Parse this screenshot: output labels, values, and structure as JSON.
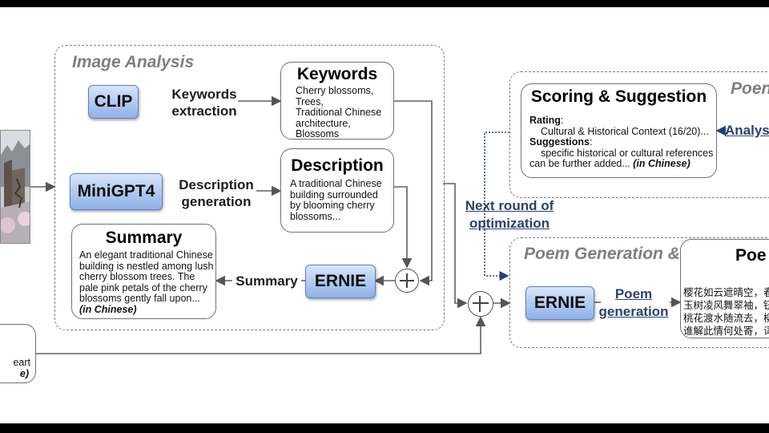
{
  "image_analysis": {
    "title": "Image Analysis",
    "clip_label": "CLIP",
    "keywords_step": "Keywords\nextraction",
    "keywords_card": {
      "title": "Keywords",
      "body": "Cherry blossoms,\nTrees,\nTraditional Chinese\narchitecture,\nBlossoms"
    },
    "minigpt_label": "MiniGPT4",
    "description_step": "Description\ngeneration",
    "description_card": {
      "title": "Description",
      "body": "A traditional Chinese\nbuilding surrounded\nby blooming cherry\nblossoms..."
    },
    "summary_card": {
      "title": "Summary",
      "body": "An elegant traditional Chinese\nbuilding is nestled among lush\ncherry blossom trees. The\npale pink petals of the cherry\nblossoms gently fall upon...",
      "note": "(in Chinese)"
    },
    "summary_step": "Summary",
    "ernie_label": "ERNIE"
  },
  "left_partial": {
    "text_line": "eart",
    "note": "e)"
  },
  "next_round": "Next round of\noptimization",
  "poem_partial_group": {
    "title": "Poen",
    "scoring_card": {
      "title": "Scoring & Suggestion",
      "rating_label": "Rating",
      "rating_text": "Cultural & Historical Context (16/20)...",
      "suggestions_label": "Suggestions",
      "suggestions_text": "specific historical or cultural references",
      "suggestions_tail": "can be further added...",
      "note": "(in Chinese)"
    },
    "analysis_link": "Analys"
  },
  "poem_generation": {
    "title": "Poem Generation & Optimizati",
    "ernie_label": "ERNIE",
    "step": "Poem\ngeneration",
    "poem_card": {
      "title": "Poe",
      "lines": [
        "樱花如云遮晴空，春",
        "玉树凌风舞翠袖，钮",
        "桃花渡水随流去，柳",
        "谁解此情何处寄，词"
      ]
    }
  },
  "colors": {
    "node_fill_top": "#d7e5fa",
    "node_fill_bottom": "#8fb1e6",
    "link_blue": "#2c4170",
    "group_title_gray": "#7f7f7f"
  }
}
